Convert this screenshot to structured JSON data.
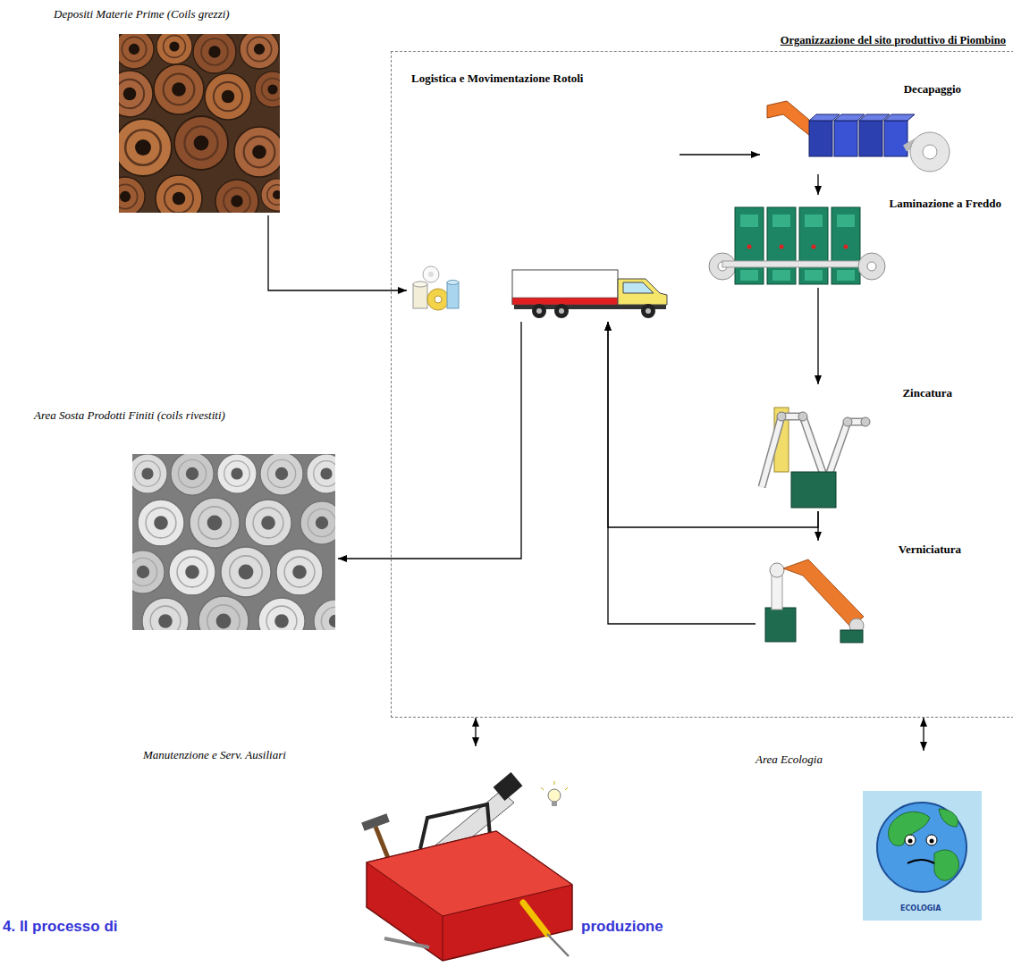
{
  "diagram": {
    "nodes": [
      {
        "text": [
          "Organizzazione del sito produttivo di Piombino"
        ]
      },
      {
        "text": [
          "Depositi Materie Prime (Coils grezzi)"
        ]
      },
      {
        "text": [
          "Logistica e Movimentazione Rotoli"
        ],
        "in": 0
      },
      {
        "text": [
          "Decapaggio"
        ],
        "in": 0
      },
      {
        "text": [
          "Laminazione a Freddo"
        ],
        "in": 0
      },
      {
        "text": [
          "Zincatura"
        ],
        "in": 0
      },
      {
        "text": [
          "Verniciatura"
        ],
        "in": 0
      },
      {
        "text": [
          "Area Sosta Prodotti Finiti (coils rivestiti)"
        ]
      },
      {
        "text": [
          "Manutenzione e Serv. Ausiliari"
        ]
      },
      {
        "text": [
          "Area Ecologia"
        ]
      }
    ],
    "edges": [
      {
        "from": 1,
        "to": 2,
        "arrow": "to"
      },
      {
        "from": 2,
        "to": 3,
        "arrow": "to"
      },
      {
        "from": 3,
        "to": 4,
        "arrow": "to"
      },
      {
        "from": 4,
        "to": 5,
        "arrow": "to"
      },
      {
        "from": 5,
        "to": 6,
        "arrow": "to"
      },
      {
        "from": 5,
        "to": 2,
        "arrow": "to"
      },
      {
        "from": 6,
        "to": 2,
        "arrow": "to"
      },
      {
        "from": 2,
        "to": 7,
        "arrow": "to"
      },
      {
        "from": 0,
        "to": 8,
        "arrow": "both"
      },
      {
        "from": 0,
        "to": 9,
        "arrow": "both"
      }
    ],
    "labels": [
      "4. Il processo di",
      "produzione",
      "ECOLOGIA"
    ]
  }
}
